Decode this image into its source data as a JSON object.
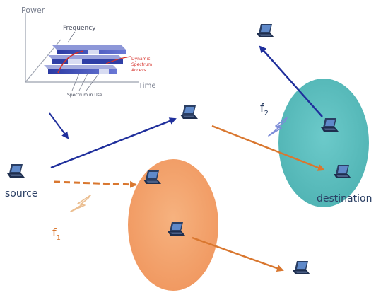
{
  "inset": {
    "y_axis_label": "Power",
    "x_axis_label": "Time",
    "frequency_label": "Frequency",
    "dynamic_access_label_line1": "Dynamic",
    "dynamic_access_label_line2": "Spectrum",
    "dynamic_access_label_line3": "Access",
    "spectrum_in_use_label": "Spectrum in Use"
  },
  "nodes": {
    "source_label": "source",
    "destination_label": "destination"
  },
  "channels": {
    "f1_letter": "f",
    "f1_sub": "1",
    "f2_letter": "f",
    "f2_sub": "2"
  },
  "colors": {
    "blue_link": "#1f2f9c",
    "orange_link": "#d9772f",
    "teal_region": "#5cbdbd",
    "orange_region": "#f3a26c",
    "laptop_body": "#2a3e63",
    "laptop_screen": "#5f89c9",
    "f1_label_color": "#d9772f",
    "f2_label_color": "#2a3e63"
  },
  "icons": [
    "laptop-icon",
    "lightning-bolt-icon",
    "arrow-icon"
  ]
}
